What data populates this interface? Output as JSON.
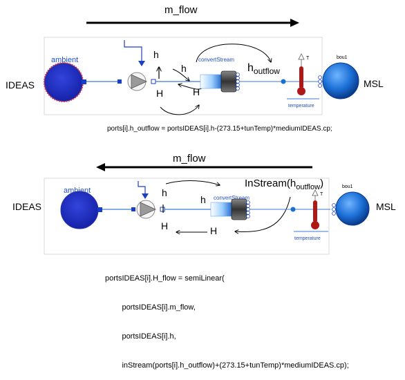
{
  "top": {
    "flow_label": "m_flow",
    "left_label": "IDEAS",
    "right_label": "MSL",
    "ambient_label": "ambient",
    "convert_label": "convertStream",
    "boundary_label": "bou1",
    "temp_label": "temperature",
    "temp_symbol": "T",
    "h_left": "h",
    "H_left": "H",
    "h_mid": "h",
    "H_mid": "H",
    "houtflow_base": "h",
    "houtflow_sub": "outflow",
    "equation": "ports[i].h_outflow = portsIDEAS[i].h-(273.15+tunTemp)*mediumIDEAS.cp;"
  },
  "bottom": {
    "flow_label": "m_flow",
    "left_label": "IDEAS",
    "right_label": "MSL",
    "ambient_label": "ambient",
    "convert_label": "convertStream",
    "boundary_label": "bou1",
    "temp_label": "temperature",
    "temp_symbol": "T",
    "h_left": "h",
    "H_left": "H",
    "h_mid": "h",
    "H_mid": "H",
    "instream_base": "InStream(h",
    "instream_sub": "outflow",
    "instream_close": ")",
    "equation_lines": [
      "portsIDEAS[i].H_flow = semiLinear(",
      "        portsIDEAS[i].m_flow,",
      "        portsIDEAS[i].h,",
      "        inStream(ports[i].h_outflow)+(273.15+tunTemp)*mediumIDEAS.cp);"
    ]
  },
  "colors": {
    "ambient_fill": "#2233cc",
    "ambient_ring": "#d0324a",
    "bou_fill": "#1b6fd6",
    "pipe_line": "#3a7bd5",
    "port_blue": "#1a3fc7",
    "thermometer": "#b01818"
  }
}
